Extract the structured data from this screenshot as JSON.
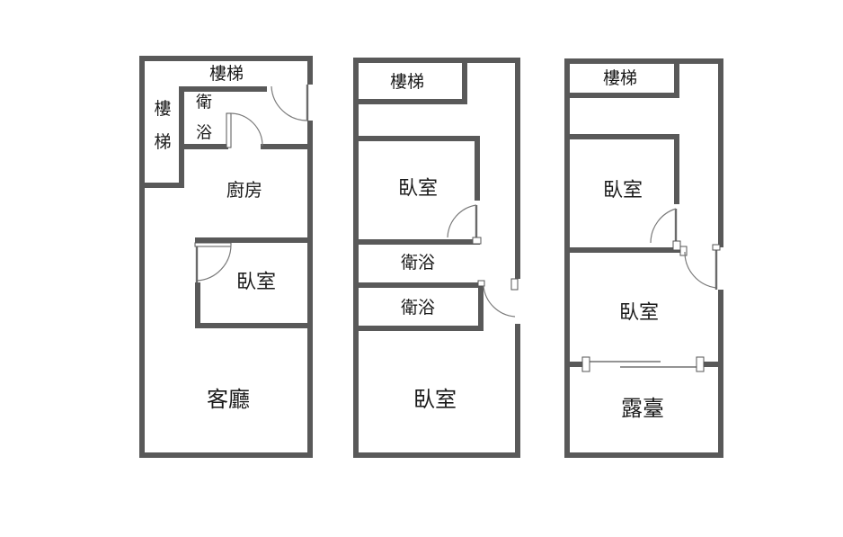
{
  "floors": [
    {
      "rooms": {
        "stairs_top": "樓梯",
        "stairs_side_a": "樓",
        "stairs_side_b": "梯",
        "bath_a": "衛",
        "bath_b": "浴",
        "kitchen": "廚房",
        "bedroom": "臥室",
        "living": "客廳"
      }
    },
    {
      "rooms": {
        "stairs": "樓梯",
        "bedroom_upper": "臥室",
        "bath_1": "衛浴",
        "bath_2": "衛浴",
        "bedroom_lower": "臥室"
      }
    },
    {
      "rooms": {
        "stairs": "樓梯",
        "bedroom_upper": "臥室",
        "bedroom_lower": "臥室",
        "terrace": "露臺"
      }
    }
  ]
}
